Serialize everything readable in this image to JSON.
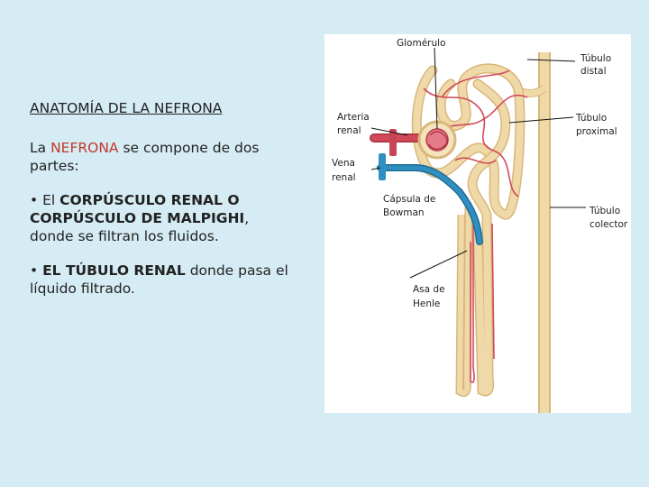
{
  "slide": {
    "title": "ANATOMÍA DE LA NEFRONA",
    "intro_pre": "La ",
    "intro_highlight": "NEFRONA",
    "intro_post": " se compone de dos partes:",
    "point1_bullet": "• El ",
    "point1_bold": "CORPÚSCULO RENAL O CORPÚSCULO DE MALPIGHI",
    "point1_rest": ", donde se filtran los fluidos.",
    "point2_bullet": "• ",
    "point2_bold": "EL TÚBULO RENAL",
    "point2_rest": " donde pasa el líquido filtrado."
  },
  "diagram": {
    "labels": {
      "glomerulo": "Glomérulo",
      "tubulo_distal_1": "Túbulo",
      "tubulo_distal_2": "distal",
      "arteria_1": "Arteria",
      "arteria_2": "renal",
      "tubulo_proximal_1": "Túbulo",
      "tubulo_proximal_2": "proximal",
      "vena_1": "Vena",
      "vena_2": "renal",
      "capsula_1": "Cápsula de",
      "capsula_2": "Bowman",
      "tubulo_colector_1": "Túbulo",
      "tubulo_colector_2": "colector",
      "asa_1": "Asa de",
      "asa_2": "Henle"
    },
    "colors": {
      "tubule": "#f0d9a8",
      "tubule_edge": "#d8b779",
      "artery": "#d24a5a",
      "vein": "#2f8fc0"
    }
  }
}
